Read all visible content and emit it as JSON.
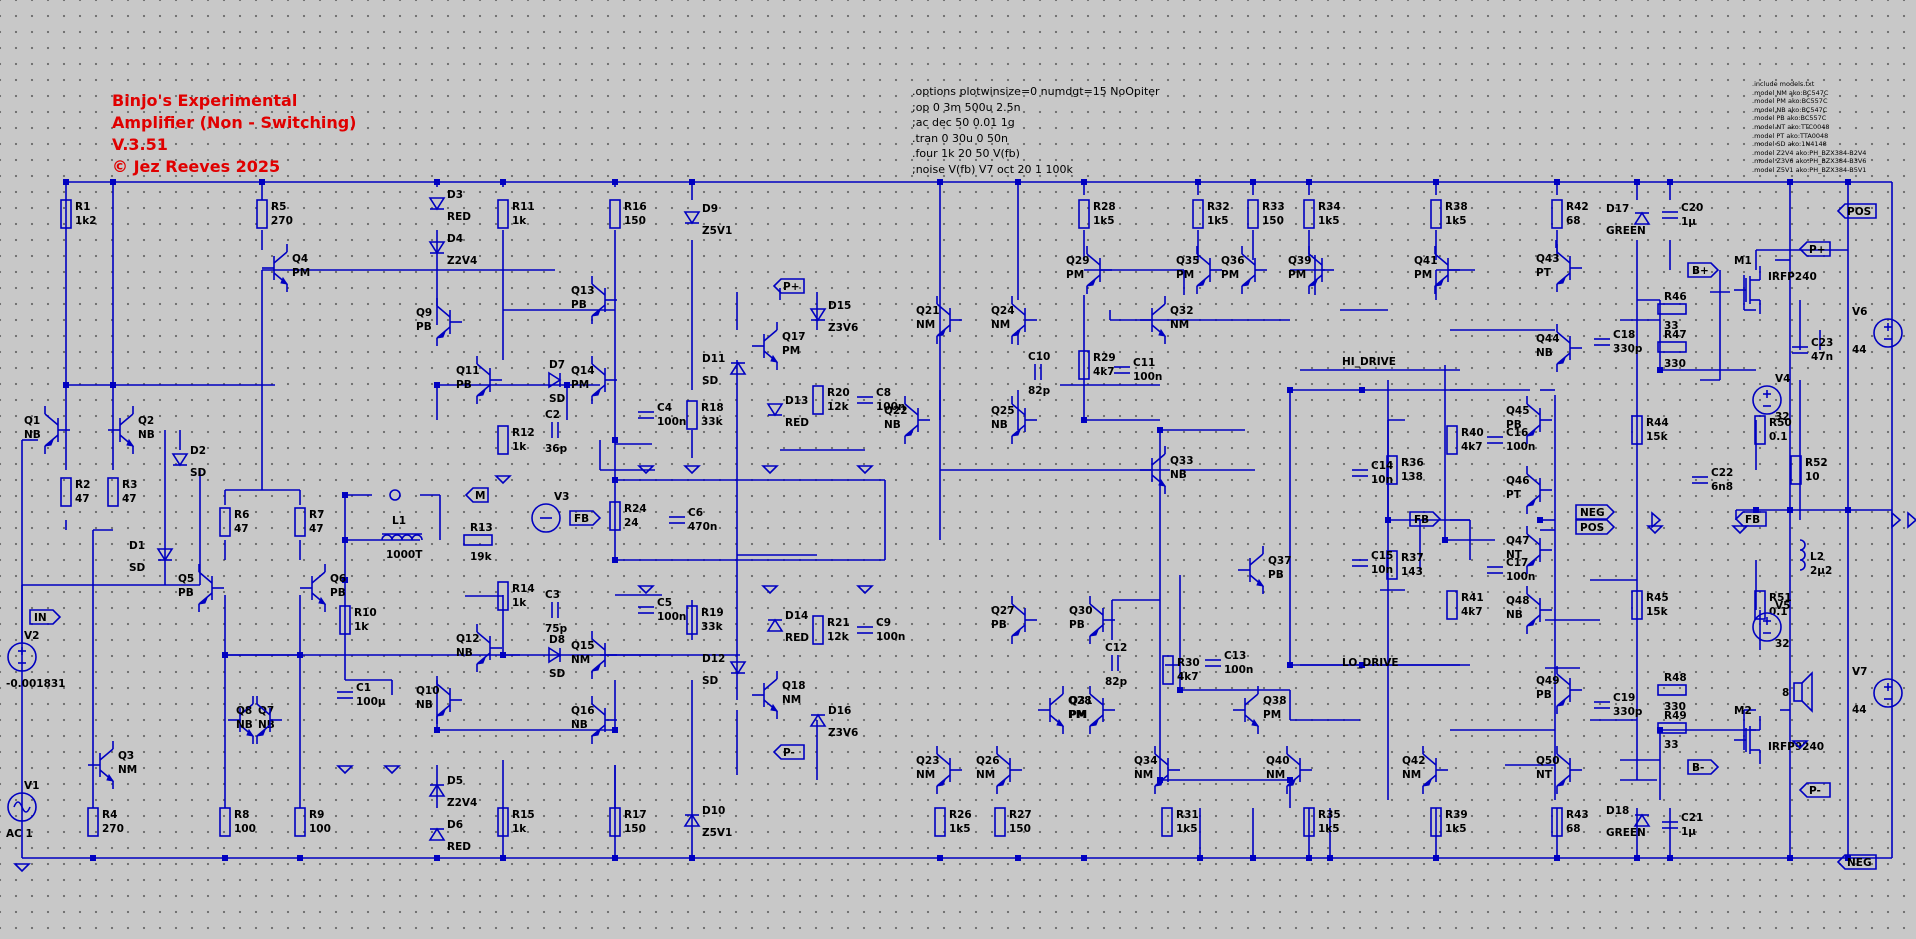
{
  "title_lines": [
    "Binjo's Experimental",
    "Amplifier (Non - Switching)",
    "V.3.51",
    "© Jez Reeves 2025"
  ],
  "directives": [
    ".options plotwinsize=0 numdgt=15 NoOpiter",
    ";op 0 3m 500u 2.5n",
    ";ac dec 50 0.01 1g",
    ".tran 0 30u 0 50n",
    ".four 1k 20  50 V(fb)",
    ";noise V(fb) V7 oct 20 1 100k"
  ],
  "models": [
    ".include models.txt",
    ".model NM ako:BC547C",
    ".model PM ako:BC557C",
    ".model NB ako:BC547C",
    ".model PB ako:BC557C",
    ".model NT ako:TTC0048",
    ".model PT ako:TTA0048",
    ".model SD ako:1N4148",
    ".model Z2V4 ako:PH_BZX384-B2V4",
    ".model Z3V6 ako:PH_BZX384-B3V6",
    ".model Z5V1 ako:PH_BZX384-B5V1"
  ],
  "colors": {
    "wire": "#0000c0",
    "title": "#e00000",
    "junction": "#0000c0"
  },
  "resistors": [
    {
      "ref": "R1",
      "val": "1k2"
    },
    {
      "ref": "R5",
      "val": "270"
    },
    {
      "ref": "R11",
      "val": "1k"
    },
    {
      "ref": "R16",
      "val": "150"
    },
    {
      "ref": "R2",
      "val": "47"
    },
    {
      "ref": "R3",
      "val": "47"
    },
    {
      "ref": "R6",
      "val": "47"
    },
    {
      "ref": "R7",
      "val": "47"
    },
    {
      "ref": "R12",
      "val": "1k"
    },
    {
      "ref": "R10",
      "val": "1k"
    },
    {
      "ref": "R13",
      "val": "19k"
    },
    {
      "ref": "R14",
      "val": "1k"
    },
    {
      "ref": "R24",
      "val": "24"
    },
    {
      "ref": "R18",
      "val": "33k"
    },
    {
      "ref": "R19",
      "val": "33k"
    },
    {
      "ref": "R20",
      "val": "12k"
    },
    {
      "ref": "R21",
      "val": "12k"
    },
    {
      "ref": "R4",
      "val": "270"
    },
    {
      "ref": "R8",
      "val": "100"
    },
    {
      "ref": "R9",
      "val": "100"
    },
    {
      "ref": "R15",
      "val": "1k"
    },
    {
      "ref": "R17",
      "val": "150"
    },
    {
      "ref": "R28",
      "val": "1k5"
    },
    {
      "ref": "R32",
      "val": "1k5"
    },
    {
      "ref": "R33",
      "val": "150"
    },
    {
      "ref": "R34",
      "val": "1k5"
    },
    {
      "ref": "R38",
      "val": "1k5"
    },
    {
      "ref": "R29",
      "val": "4k7"
    },
    {
      "ref": "R36",
      "val": "138"
    },
    {
      "ref": "R37",
      "val": "143"
    },
    {
      "ref": "R30",
      "val": "4k7"
    },
    {
      "ref": "R26",
      "val": "1k5"
    },
    {
      "ref": "R27",
      "val": "150"
    },
    {
      "ref": "R31",
      "val": "1k5"
    },
    {
      "ref": "R35",
      "val": "1k5"
    },
    {
      "ref": "R39",
      "val": "1k5"
    },
    {
      "ref": "R42",
      "val": "68"
    },
    {
      "ref": "R40",
      "val": "4k7"
    },
    {
      "ref": "R41",
      "val": "4k7"
    },
    {
      "ref": "R43",
      "val": "68"
    },
    {
      "ref": "R44",
      "val": "15k"
    },
    {
      "ref": "R45",
      "val": "15k"
    },
    {
      "ref": "R46",
      "val": "33"
    },
    {
      "ref": "R47",
      "val": "330"
    },
    {
      "ref": "R48",
      "val": "330"
    },
    {
      "ref": "R49",
      "val": "33"
    },
    {
      "ref": "R50",
      "val": "0.1"
    },
    {
      "ref": "R51",
      "val": "0.1"
    },
    {
      "ref": "R52",
      "val": "10"
    }
  ],
  "capacitors": [
    {
      "ref": "C2",
      "val": "36p"
    },
    {
      "ref": "C3",
      "val": "75p"
    },
    {
      "ref": "C4",
      "val": "100n"
    },
    {
      "ref": "C5",
      "val": "100n"
    },
    {
      "ref": "C6",
      "val": "470n"
    },
    {
      "ref": "C8",
      "val": "100n"
    },
    {
      "ref": "C9",
      "val": "100n"
    },
    {
      "ref": "C1",
      "val": "100µ"
    },
    {
      "ref": "C10",
      "val": "82p"
    },
    {
      "ref": "C11",
      "val": "100n"
    },
    {
      "ref": "C14",
      "val": "10n"
    },
    {
      "ref": "C15",
      "val": "10n"
    },
    {
      "ref": "C12",
      "val": "82p"
    },
    {
      "ref": "C13",
      "val": "100n"
    },
    {
      "ref": "C20",
      "val": "1µ"
    },
    {
      "ref": "C18",
      "val": "330p"
    },
    {
      "ref": "C16",
      "val": "100n"
    },
    {
      "ref": "C17",
      "val": "100n"
    },
    {
      "ref": "C19",
      "val": "330p"
    },
    {
      "ref": "C21",
      "val": "1µ"
    },
    {
      "ref": "C22",
      "val": "6n8"
    },
    {
      "ref": "C23",
      "val": "47n"
    }
  ],
  "transistors": [
    {
      "ref": "Q1",
      "model": "NB"
    },
    {
      "ref": "Q2",
      "model": "NB"
    },
    {
      "ref": "Q4",
      "model": "PM"
    },
    {
      "ref": "Q9",
      "model": "PB"
    },
    {
      "ref": "Q11",
      "model": "PB"
    },
    {
      "ref": "Q13",
      "model": "PB"
    },
    {
      "ref": "Q14",
      "model": "PM"
    },
    {
      "ref": "Q5",
      "model": "PB"
    },
    {
      "ref": "Q6",
      "model": "PB"
    },
    {
      "ref": "Q12",
      "model": "NB"
    },
    {
      "ref": "Q15",
      "model": "NM"
    },
    {
      "ref": "Q10",
      "model": "NB"
    },
    {
      "ref": "Q16",
      "model": "NB"
    },
    {
      "ref": "Q7",
      "model": "NB"
    },
    {
      "ref": "Q8",
      "model": "NB"
    },
    {
      "ref": "Q3",
      "model": "NM"
    },
    {
      "ref": "Q17",
      "model": "PM"
    },
    {
      "ref": "Q18",
      "model": "NM"
    },
    {
      "ref": "Q21",
      "model": "NM"
    },
    {
      "ref": "Q22",
      "model": "NB"
    },
    {
      "ref": "Q24",
      "model": "NM"
    },
    {
      "ref": "Q25",
      "model": "NB"
    },
    {
      "ref": "Q29",
      "model": "PM"
    },
    {
      "ref": "Q32",
      "model": "NM"
    },
    {
      "ref": "Q33",
      "model": "NB"
    },
    {
      "ref": "Q35",
      "model": "PM"
    },
    {
      "ref": "Q36",
      "model": "PM"
    },
    {
      "ref": "Q39",
      "model": "PM"
    },
    {
      "ref": "Q41",
      "model": "PM"
    },
    {
      "ref": "Q43",
      "model": "PT"
    },
    {
      "ref": "Q44",
      "model": "NB"
    },
    {
      "ref": "Q45",
      "model": "PB"
    },
    {
      "ref": "Q46",
      "model": "PT"
    },
    {
      "ref": "Q47",
      "model": "NT"
    },
    {
      "ref": "Q48",
      "model": "NB"
    },
    {
      "ref": "Q49",
      "model": "PB"
    },
    {
      "ref": "Q50",
      "model": "NT"
    },
    {
      "ref": "Q37",
      "model": "PB"
    },
    {
      "ref": "Q27",
      "model": "PB"
    },
    {
      "ref": "Q30",
      "model": "PB"
    },
    {
      "ref": "Q28",
      "model": "PM"
    },
    {
      "ref": "Q31",
      "model": "PM"
    },
    {
      "ref": "Q38",
      "model": "PM"
    },
    {
      "ref": "Q23",
      "model": "NM"
    },
    {
      "ref": "Q26",
      "model": "NM"
    },
    {
      "ref": "Q34",
      "model": "NM"
    },
    {
      "ref": "Q40",
      "model": "NM"
    },
    {
      "ref": "Q42",
      "model": "NM"
    }
  ],
  "diodes": [
    {
      "ref": "D3",
      "val": "RED"
    },
    {
      "ref": "D4",
      "val": "Z2V4"
    },
    {
      "ref": "D9",
      "val": "Z5V1"
    },
    {
      "ref": "D2",
      "val": "SD"
    },
    {
      "ref": "D1",
      "val": "SD"
    },
    {
      "ref": "D7",
      "val": "SD"
    },
    {
      "ref": "D8",
      "val": "SD"
    },
    {
      "ref": "D5",
      "val": "Z2V4"
    },
    {
      "ref": "D6",
      "val": "RED"
    },
    {
      "ref": "D10",
      "val": "Z5V1"
    },
    {
      "ref": "D15",
      "val": "Z3V6"
    },
    {
      "ref": "D11",
      "val": "SD"
    },
    {
      "ref": "D13",
      "val": "RED"
    },
    {
      "ref": "D14",
      "val": "RED"
    },
    {
      "ref": "D12",
      "val": "SD"
    },
    {
      "ref": "D16",
      "val": "Z3V6"
    },
    {
      "ref": "D17",
      "val": "GREEN"
    },
    {
      "ref": "D18",
      "val": "GREEN"
    }
  ],
  "mosfets": [
    {
      "ref": "M1",
      "model": "IRFP240"
    },
    {
      "ref": "M2",
      "model": "IRFP9240"
    }
  ],
  "inductors": [
    {
      "ref": "L1",
      "val": "1000T"
    },
    {
      "ref": "L2",
      "val": "2µ2"
    }
  ],
  "sources": [
    {
      "ref": "V1",
      "val": "AC 1"
    },
    {
      "ref": "V2",
      "val": "-0.001831"
    },
    {
      "ref": "V3",
      "val": ""
    },
    {
      "ref": "V4",
      "val": "32"
    },
    {
      "ref": "V5",
      "val": "32"
    },
    {
      "ref": "V6",
      "val": "44"
    },
    {
      "ref": "V7",
      "val": "44"
    }
  ],
  "speaker": {
    "val": "8"
  },
  "nets": [
    "IN",
    "M",
    "FB",
    "P+",
    "P-",
    "POS",
    "NEG",
    "B+",
    "B-",
    "HI_DRIVE",
    "LO_DRIVE"
  ]
}
